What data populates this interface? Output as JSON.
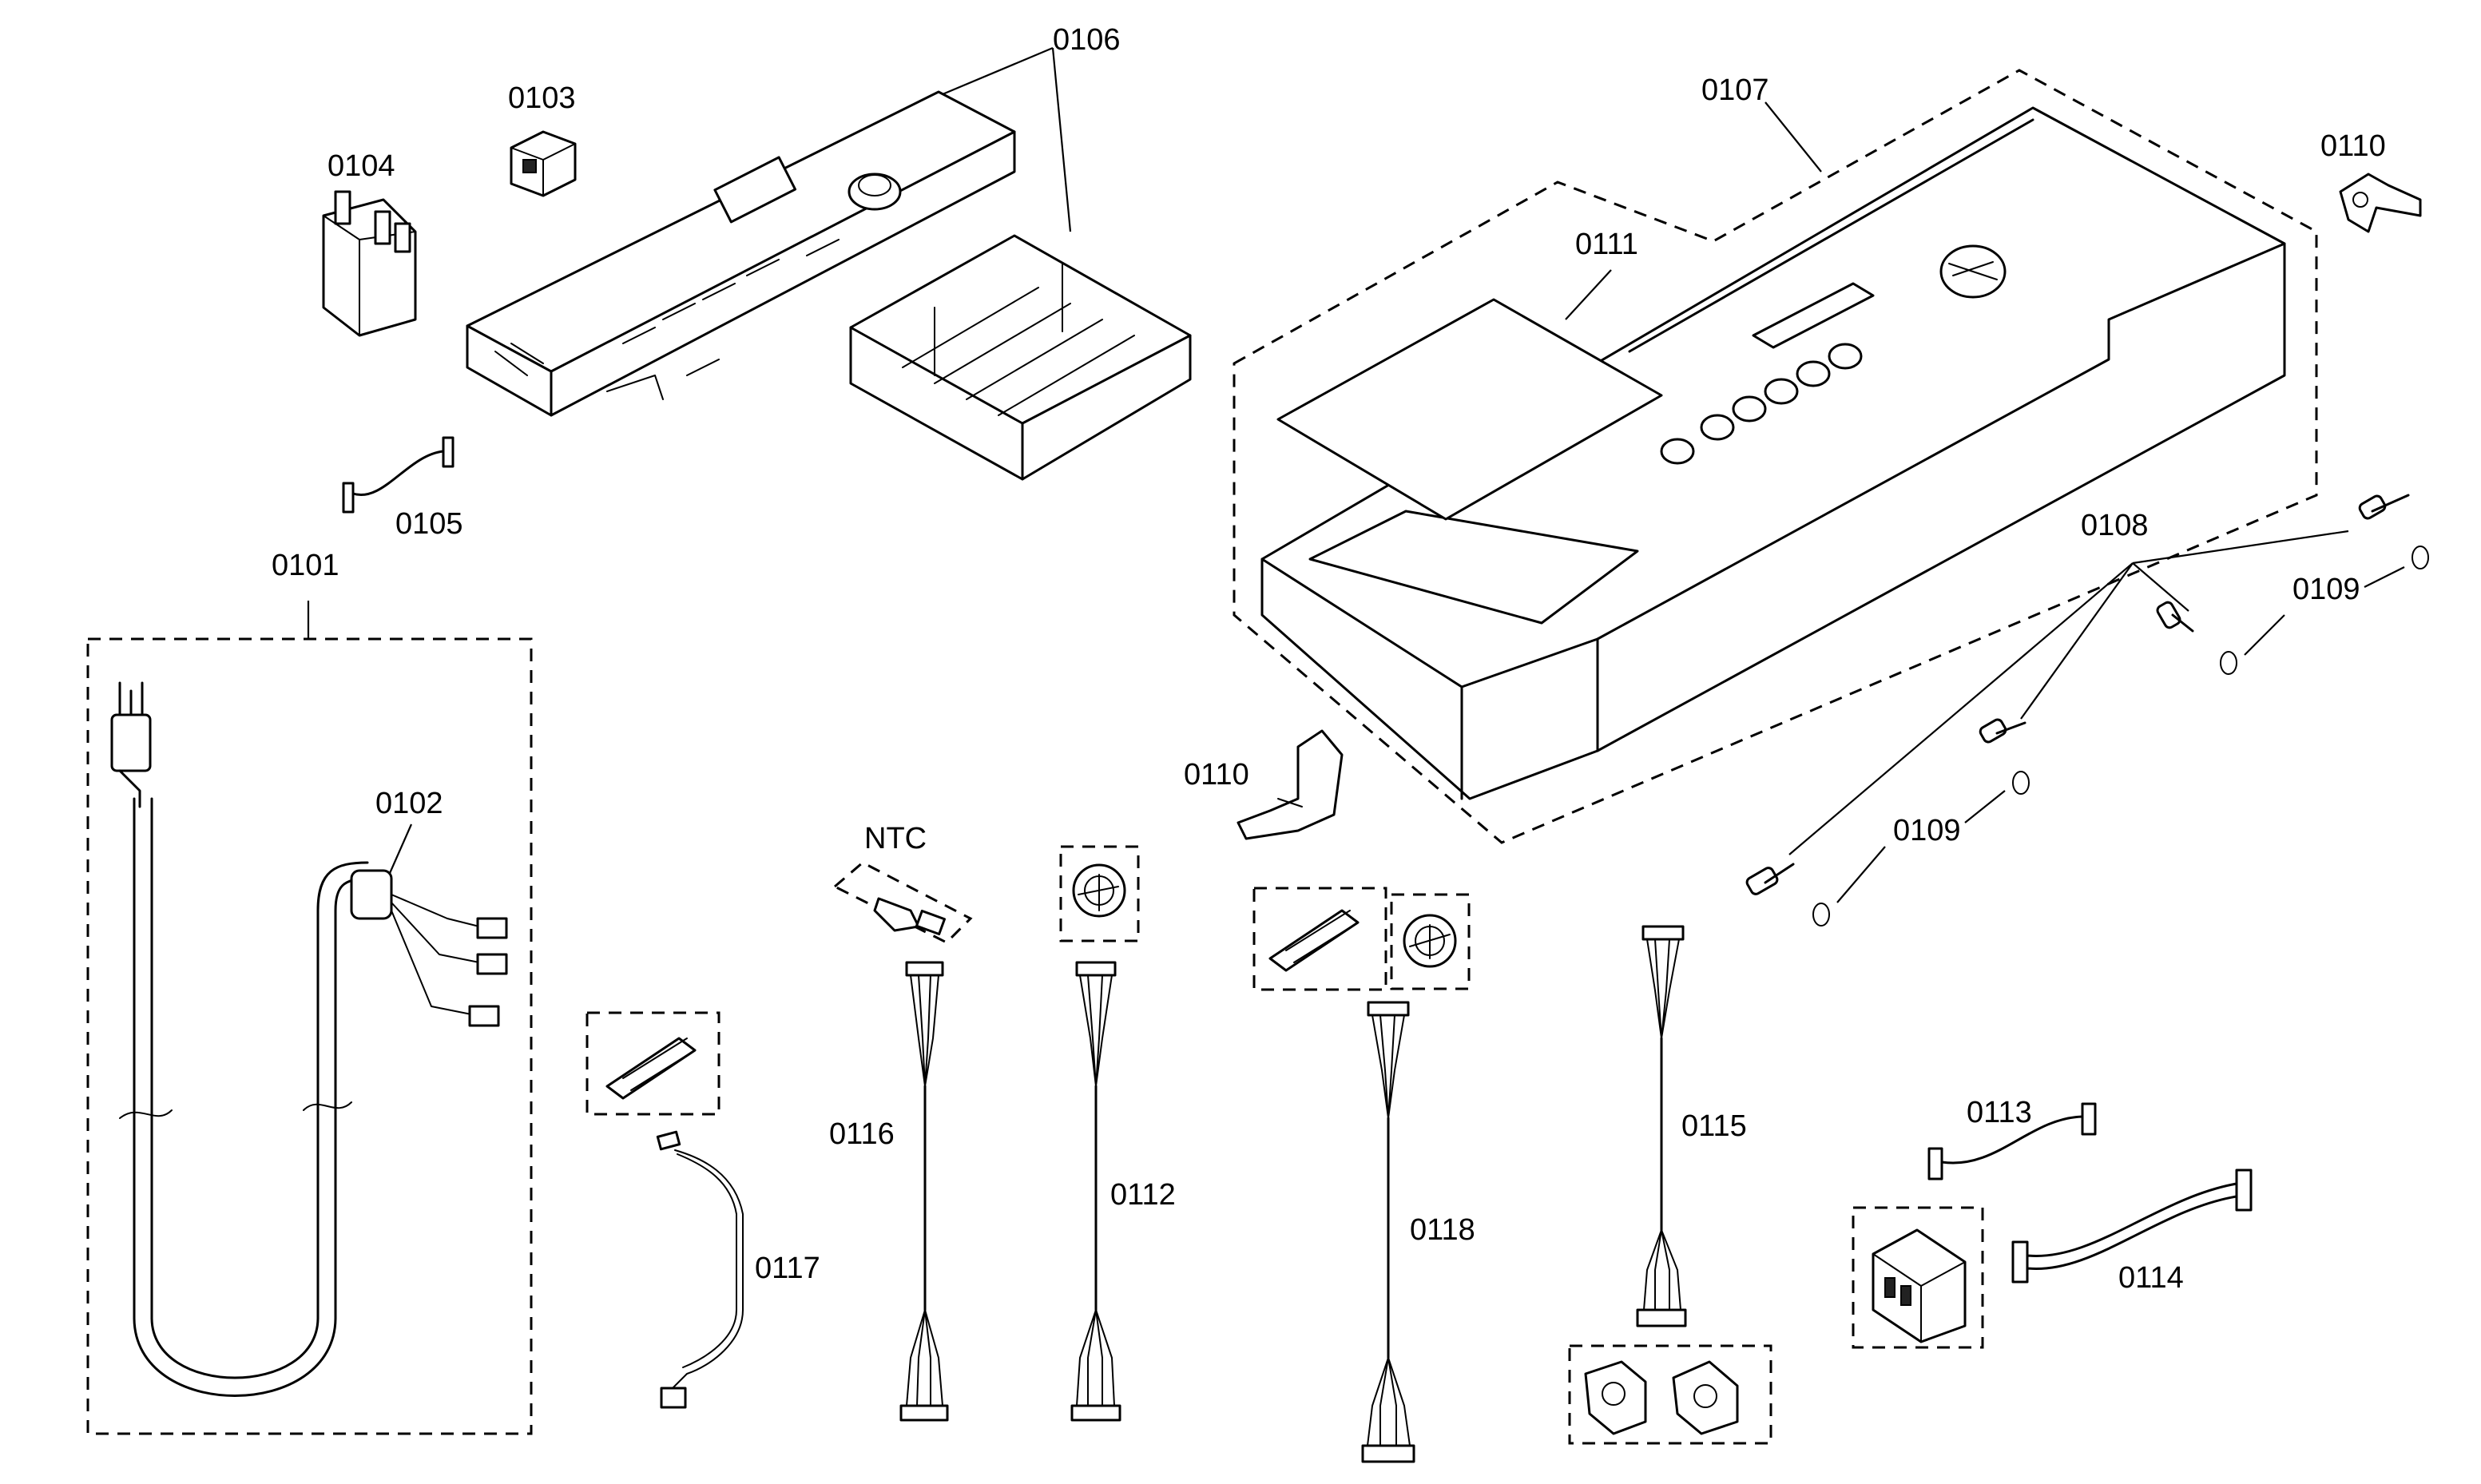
{
  "labels": {
    "p0101": "0101",
    "p0102": "0102",
    "p0103": "0103",
    "p0104": "0104",
    "p0105": "0105",
    "p0106": "0106",
    "p0107": "0107",
    "p0108": "0108",
    "p0109a": "0109",
    "p0109b": "0109",
    "p0110a": "0110",
    "p0110b": "0110",
    "p0111": "0111",
    "p0112": "0112",
    "p0113": "0113",
    "p0114": "0114",
    "p0115": "0115",
    "p0116": "0116",
    "p0117": "0117",
    "p0118": "0118",
    "ntc": "NTC"
  }
}
